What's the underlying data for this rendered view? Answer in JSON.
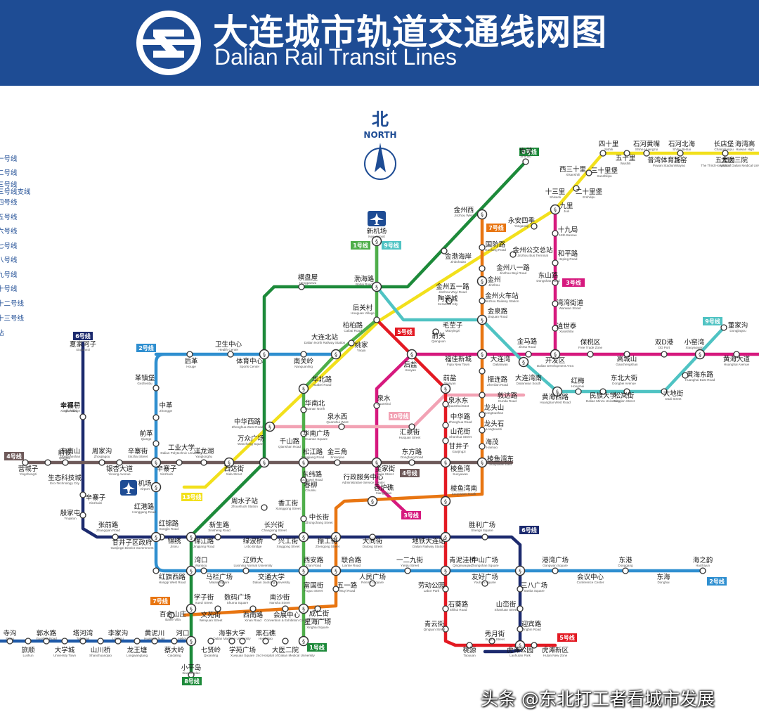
{
  "header": {
    "title_cn": "大连城市轨道交通线网图",
    "title_en": "Dalian Rail Transit Lines"
  },
  "north": {
    "cn": "北",
    "en": "NORTH"
  },
  "legend": [
    "一号线",
    "二号线",
    "三号线",
    "三号线支线",
    "四号线",
    "五号线",
    "六号线",
    "七号线",
    "八号线",
    "九号线",
    "十号线",
    "十二号线",
    "十三号线",
    "站"
  ],
  "colors": {
    "line1": "#4fae4a",
    "line2": "#2f8fd0",
    "line3": "#d6197e",
    "line4": "#6e5a5a",
    "line5": "#e31a23",
    "line6": "#1c2a6e",
    "line7": "#e87511",
    "line8": "#1d8a3a",
    "line9": "#4fc3c3",
    "line10": "#f2a2b4",
    "line12": "#1f5aa8",
    "line13": "#f2e01c",
    "header": "#1e4c94"
  },
  "badges": [
    {
      "text": "6号线"
    },
    {
      "text": "2号线"
    },
    {
      "text": "4号线"
    },
    {
      "text": "13号线"
    },
    {
      "text": "8号线"
    },
    {
      "text": "1号线"
    },
    {
      "text": "9号线"
    },
    {
      "text": "7号线"
    },
    {
      "text": "3号线"
    },
    {
      "text": "5号线"
    },
    {
      "text": "10号线"
    },
    {
      "text": "4号线"
    },
    {
      "text": "3号线"
    },
    {
      "text": "6号线"
    },
    {
      "text": "7号线"
    },
    {
      "text": "1号线"
    },
    {
      "text": "8号线"
    },
    {
      "text": "5号线"
    },
    {
      "text": "2号线"
    },
    {
      "text": "9号线"
    }
  ],
  "stations": [
    {
      "cn": "世茂",
      "en": "Shimao"
    },
    {
      "cn": "金州西",
      "en": "Jinzhou West"
    },
    {
      "cn": "金渤海岸",
      "en": "Jinbohaian"
    },
    {
      "cn": "新机场",
      "en": "New Airport"
    },
    {
      "cn": "渤海路",
      "en": "Bohai Road"
    },
    {
      "cn": "横盘屋",
      "en": "Hengpanwu"
    },
    {
      "cn": "后关村",
      "en": "Houguan Village"
    },
    {
      "cn": "柏柏路",
      "en": "Caibai Road"
    },
    {
      "cn": "姚家",
      "en": "Yaojia"
    },
    {
      "cn": "大连北站",
      "en": "Dalian North Railway Station"
    },
    {
      "cn": "华北路",
      "en": "Huabei Road"
    },
    {
      "cn": "卫生中心",
      "en": "Health Center"
    },
    {
      "cn": "体育中心",
      "en": "Sports Center"
    },
    {
      "cn": "后革",
      "en": "Houge"
    },
    {
      "cn": "南关岭",
      "en": "Nanguanling"
    },
    {
      "cn": "华南北",
      "en": "Huanan North"
    },
    {
      "cn": "泉水",
      "en": "Quanshui"
    },
    {
      "cn": "泉水西",
      "en": "Quanshui West"
    },
    {
      "cn": "汇泉街",
      "en": "Huiquan Street"
    },
    {
      "cn": "中华西路",
      "en": "Zhonghua West Road"
    },
    {
      "cn": "万众广场",
      "en": "Wanzhong Square"
    },
    {
      "cn": "华南广场",
      "en": "Huanan Square"
    },
    {
      "cn": "千山路",
      "en": "Qianshan Road"
    },
    {
      "cn": "松江路",
      "en": "Songjiang Road"
    },
    {
      "cn": "金三角",
      "en": "Jinsanjiao"
    },
    {
      "cn": "东方路",
      "en": "Dongfang Road"
    },
    {
      "cn": "后盐",
      "en": "Houyan"
    },
    {
      "cn": "毛茔子",
      "en": "Maoyingzi"
    },
    {
      "cn": "前关",
      "en": "Qianguan"
    },
    {
      "cn": "福佳新城",
      "en": "Fujia New Town"
    },
    {
      "cn": "前盐",
      "en": "Qianyan"
    },
    {
      "cn": "泉水东",
      "en": "Quanshui East"
    },
    {
      "cn": "中华路",
      "en": "Zhonghua Road"
    },
    {
      "cn": "山花街",
      "en": "Shanhua Street"
    },
    {
      "cn": "甘井子",
      "en": "Ganjingzi"
    },
    {
      "cn": "棱鱼湾",
      "en": "Suoyuwan"
    },
    {
      "cn": "棱鱼湾南",
      "en": "Suoyuwan South"
    },
    {
      "cn": "棱鱼湾东",
      "en": "Suoyuwan East"
    },
    {
      "cn": "海茂",
      "en": "Haimao"
    },
    {
      "cn": "龙头石",
      "en": "Longtoushi"
    },
    {
      "cn": "龙头山",
      "en": "Longtoushan"
    },
    {
      "cn": "振连路",
      "en": "Zhenlian Road"
    },
    {
      "cn": "敦达路",
      "en": "Dunda Road"
    },
    {
      "cn": "大连湾",
      "en": "Dalianwan"
    },
    {
      "cn": "大连湾南",
      "en": "Dalianwan South"
    },
    {
      "cn": "国防路",
      "en": "Guofang Road"
    },
    {
      "cn": "金州公交总站",
      "en": "Jinzhou Bus Terminal"
    },
    {
      "cn": "金州八一路",
      "en": "Jinzhou Bayi Road"
    },
    {
      "cn": "金州",
      "en": "Jinzhou"
    },
    {
      "cn": "金州五一路",
      "en": "Jinzhou Wuyi Road"
    },
    {
      "cn": "陶瓷城",
      "en": "Ceramics City"
    },
    {
      "cn": "金州火车站",
      "en": "Jinzhou Railway Station"
    },
    {
      "cn": "金泉路",
      "en": "Jinquan Road"
    },
    {
      "cn": "永安四季",
      "en": "Yongansiji"
    },
    {
      "cn": "东山路",
      "en": "Dongshan Road"
    },
    {
      "cn": "金马路",
      "en": "Jinma Road"
    },
    {
      "cn": "开发区",
      "en": "Dalian Development Area"
    },
    {
      "cn": "黄海西路",
      "en": "Huanghai West Road"
    },
    {
      "cn": "红梅",
      "en": "Hongmei"
    },
    {
      "cn": "民族大学",
      "en": "Dalian Minzu University"
    },
    {
      "cn": "东北大街",
      "en": "Dongbei Avenue"
    },
    {
      "cn": "松岚街",
      "en": "Songlan Street"
    },
    {
      "cn": "大地街",
      "en": "Dadi Street"
    },
    {
      "cn": "黄海东路",
      "en": "Huanghai East Road"
    },
    {
      "cn": "黄海大道",
      "en": "Huanghai Avenue"
    },
    {
      "cn": "保税区",
      "en": "Free Trade Zone"
    },
    {
      "cn": "高城山",
      "en": "Gaochengshan"
    },
    {
      "cn": "双D港",
      "en": "DD Port"
    },
    {
      "cn": "小窑湾",
      "en": "Xiaoyaowan"
    },
    {
      "cn": "董家沟",
      "en": "Dongjiagou"
    },
    {
      "cn": "湾湾街道",
      "en": "Wanwan Street"
    },
    {
      "cn": "逍世泰",
      "en": "Xiaoshitai"
    },
    {
      "cn": "十九局",
      "en": "19th Bureau"
    },
    {
      "cn": "和平路",
      "en": "Heping Road"
    },
    {
      "cn": "九里",
      "en": "Jiuli"
    },
    {
      "cn": "十三里",
      "en": "Shisanli"
    },
    {
      "cn": "二十里堡",
      "en": "Ershilipu"
    },
    {
      "cn": "西三十里",
      "en": "Xisanshili"
    },
    {
      "cn": "三十里堡",
      "en": "Sanshilipu"
    },
    {
      "cn": "五十里",
      "en": "Wushili"
    },
    {
      "cn": "四十里",
      "en": "Sishili"
    },
    {
      "cn": "石河黄嘴",
      "en": "Shihe Huangzui"
    },
    {
      "cn": "普湾体育场",
      "en": "Puwan Stadium"
    },
    {
      "cn": "石河北海",
      "en": "Shihe Beihai"
    },
    {
      "cn": "瓦窑",
      "en": "Wayao"
    },
    {
      "cn": "长店堡",
      "en": "Changdianpu"
    },
    {
      "cn": "五里台",
      "en": "Wulitai"
    },
    {
      "cn": "大医三院",
      "en": "The Third Hospital of Dalian Medical University"
    },
    {
      "cn": "海湾高",
      "en": "Haiwan High"
    },
    {
      "cn": "夏家河子",
      "en": "Xiajiahezi"
    },
    {
      "cn": "辛寨子",
      "en": "Xinzhaizi"
    },
    {
      "cn": "革镇堡",
      "en": "Gezhenbu"
    },
    {
      "cn": "中革",
      "en": "Zhongge"
    },
    {
      "cn": "前革",
      "en": "Qiange"
    },
    {
      "cn": "营城子",
      "en": "Yingchengzi"
    },
    {
      "cn": "前牧",
      "en": "Qianmu"
    },
    {
      "cn": "生态科技城",
      "en": "Eco-Technology City"
    },
    {
      "cn": "辛寨子",
      "en": "Xinzhaizi"
    },
    {
      "cn": "殷家屯",
      "en": "Yinjiatun"
    },
    {
      "cn": "张前路",
      "en": "Zhangqian Road"
    },
    {
      "cn": "甘井子区政府",
      "en": "Ganjingzi District Government"
    },
    {
      "cn": "幸福村",
      "en": "Xingfu Village"
    },
    {
      "cn": "东南山",
      "en": "Dongnanshan"
    },
    {
      "cn": "周家沟",
      "en": "Zhoujiagou"
    },
    {
      "cn": "银杏大道",
      "en": "Yinxing Avenue"
    },
    {
      "cn": "辛寨街",
      "en": "Xinzhai Street"
    },
    {
      "cn": "辛寨子",
      "en": "Xinzhaizi"
    },
    {
      "cn": "工业大学",
      "en": "Dalian Polytechnic University"
    },
    {
      "cn": "洋龙湖",
      "en": "Yanglonghu"
    },
    {
      "cn": "西达街",
      "en": "Xida Street"
    },
    {
      "cn": "机场",
      "en": "Airport"
    },
    {
      "cn": "红港路",
      "en": "Honggang Road"
    },
    {
      "cn": "红锦路",
      "en": "Hongjin Road"
    },
    {
      "cn": "锦绣",
      "en": "Jinxiu"
    },
    {
      "cn": "锦江路",
      "en": "Jingjiang Road"
    },
    {
      "cn": "新生路",
      "en": "Xinsheng Road"
    },
    {
      "cn": "长兴街",
      "en": "Changxing Street"
    },
    {
      "cn": "周水子站",
      "en": "Zhoushuizi Station"
    },
    {
      "cn": "绿波桥",
      "en": "Lvbo Bridge"
    },
    {
      "cn": "兴工街",
      "en": "Xinggong Street"
    },
    {
      "cn": "香工街",
      "en": "Xianggong Street"
    },
    {
      "cn": "中长街",
      "en": "Zhongchang Street"
    },
    {
      "cn": "春柳",
      "en": "Chunliu"
    },
    {
      "cn": "东纬路",
      "en": "Dongwei Road"
    },
    {
      "cn": "行政服务中心",
      "en": "Administrative Service Center"
    },
    {
      "cn": "金家街",
      "en": "Jinjia Street"
    },
    {
      "cn": "香炉礁",
      "en": "Xianglujiao"
    },
    {
      "cn": "振工街",
      "en": "Zhengong Street"
    },
    {
      "cn": "大同街",
      "en": "Datong Street"
    },
    {
      "cn": "地铁大连站",
      "en": "Dalian Railway Station"
    },
    {
      "cn": "胜利广场",
      "en": "Shengli Square"
    },
    {
      "cn": "湾口",
      "en": "Wankou"
    },
    {
      "cn": "辽师大",
      "en": "Liaoning Normal University"
    },
    {
      "cn": "西安路",
      "en": "Xi'an Road"
    },
    {
      "cn": "联合路",
      "en": "Lianhe Road"
    },
    {
      "cn": "一二九街",
      "en": "Yierjiu Street"
    },
    {
      "cn": "青泥洼桥",
      "en": "Qingniwaqiao"
    },
    {
      "cn": "中山广场",
      "en": "Zhongshan Square"
    },
    {
      "cn": "港湾广场",
      "en": "Gangwan Square"
    },
    {
      "cn": "东港",
      "en": "Donggang"
    },
    {
      "cn": "海之韵",
      "en": "Haizhiyun"
    },
    {
      "cn": "红旗西路",
      "en": "Hongqi West Road"
    },
    {
      "cn": "马栏广场",
      "en": "Malan Square"
    },
    {
      "cn": "交通大学",
      "en": "Dalian Jiaotong University"
    },
    {
      "cn": "富国街",
      "en": "Fuguo Street"
    },
    {
      "cn": "五一路",
      "en": "Wuyi Road"
    },
    {
      "cn": "人民广场",
      "en": "Renmin Square"
    },
    {
      "cn": "劳动公园",
      "en": "Labor Park"
    },
    {
      "cn": "友好广场",
      "en": "Youhao Square"
    },
    {
      "cn": "会议中心",
      "en": "Conference Center"
    },
    {
      "cn": "东海",
      "en": "Donghai"
    },
    {
      "cn": "三八广场",
      "en": "Sanba Square"
    },
    {
      "cn": "学子街",
      "en": "Xuezi Street"
    },
    {
      "cn": "数码广场",
      "en": "Shuma Square"
    },
    {
      "cn": "南沙街",
      "en": "Nansha Street"
    },
    {
      "cn": "文苑街",
      "en": "Wenyuan Street"
    },
    {
      "cn": "西南路",
      "en": "Xinan Road"
    },
    {
      "cn": "会展中心",
      "en": "Convention & Exhibition Center"
    },
    {
      "cn": "成仁街",
      "en": "Chengren Street"
    },
    {
      "cn": "星海广场",
      "en": "Xinghai Square"
    },
    {
      "cn": "石葵路",
      "en": "Shikui Road"
    },
    {
      "cn": "山峦街",
      "en": "Shanluan Street"
    },
    {
      "cn": "迎宾路",
      "en": "Yingbin Road"
    },
    {
      "cn": "百合山庄",
      "en": "Baihe Villa"
    },
    {
      "cn": "海事大学",
      "en": "Dalian Maritime University"
    },
    {
      "cn": "黑石礁",
      "en": "Heishijiao"
    },
    {
      "cn": "青云街",
      "en": "Qingyun Street"
    },
    {
      "cn": "秀月街",
      "en": "Xiuyue Street"
    },
    {
      "cn": "寺沟",
      "en": "Sigou"
    },
    {
      "cn": "郭水路",
      "en": "Guoshui Road"
    },
    {
      "cn": "塔河湾",
      "en": "Tahewan"
    },
    {
      "cn": "李家沟",
      "en": "Lijiagou"
    },
    {
      "cn": "黄泥川",
      "en": "Huangnichuan"
    },
    {
      "cn": "河口",
      "en": "Hekou"
    },
    {
      "cn": "旅顺",
      "en": "Lushun"
    },
    {
      "cn": "大学城",
      "en": "University Town"
    },
    {
      "cn": "山川桥",
      "en": "Shanchuanqiao"
    },
    {
      "cn": "龙王塘",
      "en": "Longwangtang"
    },
    {
      "cn": "蔡大岭",
      "en": "Caidaling"
    },
    {
      "cn": "七贤岭",
      "en": "Qixianling"
    },
    {
      "cn": "学苑广场",
      "en": "Xueyuan Square"
    },
    {
      "cn": "大医二院",
      "en": "2nd Hospital of Dalian Medical University"
    },
    {
      "cn": "桃源",
      "en": "Taoyuan"
    },
    {
      "cn": "虎滩公园",
      "en": "Laohutan Park"
    },
    {
      "cn": "虎滩新区",
      "en": "Hutan New Zone"
    },
    {
      "cn": "小平岛",
      "en": "Xiaopingdao"
    }
  ],
  "watermark": "头条 @东北打工者看城市发展"
}
